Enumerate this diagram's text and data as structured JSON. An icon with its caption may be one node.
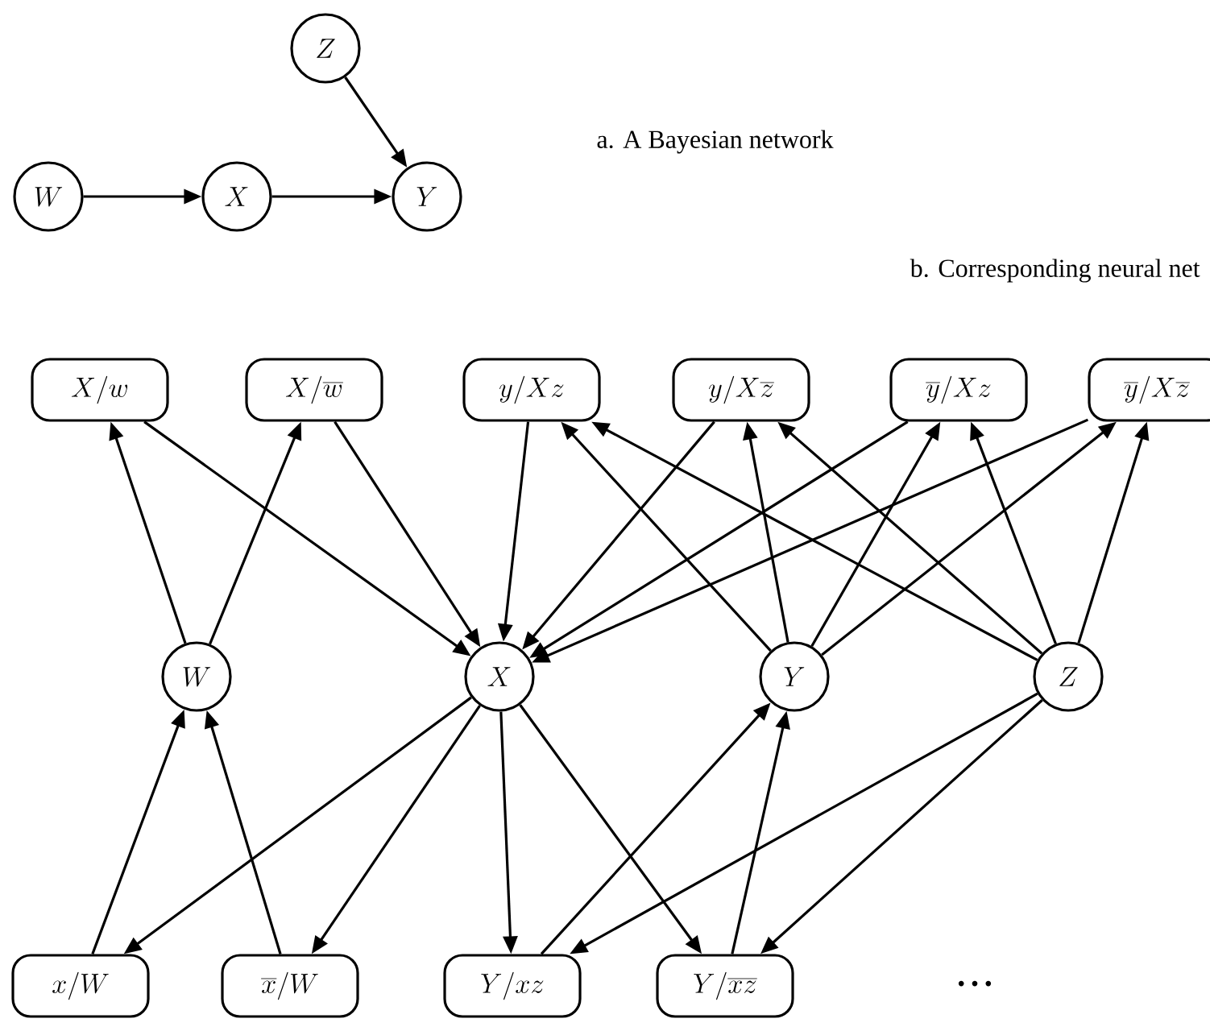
{
  "diagram": {
    "nodes": [
      {
        "text": [
          "Z"
        ]
      },
      {
        "text": [
          "W"
        ]
      },
      {
        "text": [
          "X"
        ]
      },
      {
        "text": [
          "Y"
        ]
      },
      {
        "text": [
          "X / w"
        ]
      },
      {
        "text": [
          "X / \\overline{w}"
        ]
      },
      {
        "text": [
          "y / Xz"
        ]
      },
      {
        "text": [
          "y / X\\overline{z}"
        ]
      },
      {
        "text": [
          "\\overline{y} / Xz"
        ]
      },
      {
        "text": [
          "\\overline{y} / X\\overline{z}"
        ]
      },
      {
        "text": [
          "W"
        ]
      },
      {
        "text": [
          "X"
        ]
      },
      {
        "text": [
          "Y"
        ]
      },
      {
        "text": [
          "Z"
        ]
      },
      {
        "text": [
          "x / W"
        ]
      },
      {
        "text": [
          "\\overline{x} / W"
        ]
      },
      {
        "text": [
          "Y / xz"
        ]
      },
      {
        "text": [
          "Y / \\overline{xz}"
        ]
      }
    ],
    "edges": [
      {
        "from": 1,
        "to": 2,
        "arrow": "to"
      },
      {
        "from": 2,
        "to": 3,
        "arrow": "to"
      },
      {
        "from": 0,
        "to": 3,
        "arrow": "to"
      },
      {
        "from": 10,
        "to": 4,
        "arrow": "to"
      },
      {
        "from": 10,
        "to": 5,
        "arrow": "to"
      },
      {
        "from": 4,
        "to": 11,
        "arrow": "to"
      },
      {
        "from": 5,
        "to": 11,
        "arrow": "to"
      },
      {
        "from": 6,
        "to": 11,
        "arrow": "to"
      },
      {
        "from": 7,
        "to": 11,
        "arrow": "to"
      },
      {
        "from": 8,
        "to": 11,
        "arrow": "to"
      },
      {
        "from": 9,
        "to": 11,
        "arrow": "to"
      },
      {
        "from": 12,
        "to": 6,
        "arrow": "to"
      },
      {
        "from": 12,
        "to": 7,
        "arrow": "to"
      },
      {
        "from": 12,
        "to": 8,
        "arrow": "to"
      },
      {
        "from": 12,
        "to": 9,
        "arrow": "to"
      },
      {
        "from": 13,
        "to": 6,
        "arrow": "to"
      },
      {
        "from": 13,
        "to": 7,
        "arrow": "to"
      },
      {
        "from": 13,
        "to": 8,
        "arrow": "to"
      },
      {
        "from": 13,
        "to": 9,
        "arrow": "to"
      },
      {
        "from": 14,
        "to": 10,
        "arrow": "to"
      },
      {
        "from": 15,
        "to": 10,
        "arrow": "to"
      },
      {
        "from": 11,
        "to": 14,
        "arrow": "to"
      },
      {
        "from": 11,
        "to": 15,
        "arrow": "to"
      },
      {
        "from": 11,
        "to": 16,
        "arrow": "to"
      },
      {
        "from": 11,
        "to": 17,
        "arrow": "to"
      },
      {
        "from": 16,
        "to": 12,
        "arrow": "to"
      },
      {
        "from": 17,
        "to": 12,
        "arrow": "to"
      },
      {
        "from": 13,
        "to": 16,
        "arrow": "to"
      },
      {
        "from": 13,
        "to": 17,
        "arrow": "to"
      }
    ],
    "labels": [
      "a. A Bayesian network",
      "b. Corresponding neural net",
      "• • •"
    ]
  }
}
